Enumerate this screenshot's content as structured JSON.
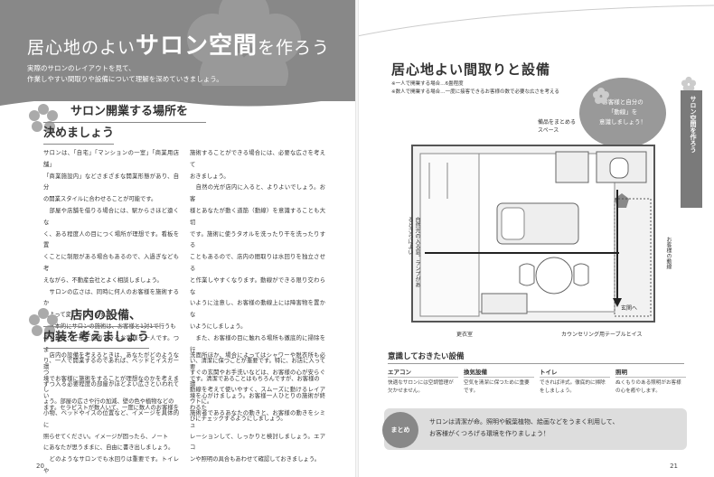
{
  "left": {
    "title_small1": "居心地のよい",
    "title_big": "サロン空間",
    "title_small2": "を作ろう",
    "subtitle_1": "実際のサロンのレイアウトを見て、",
    "subtitle_2": "作業しやすい間取りや設備について理解を深めていきましょう。",
    "section1_l1": "サロン開業する場所を",
    "section1_l2": "決めましょう",
    "col1": [
      "サロンは、「自宅」「マンションの一室」「商業用店舗」",
      "「商業施設内」などさまざまな開業形態があり、自分",
      "の開業スタイルに合わせることが可能です。",
      "　部屋や店舗を借りる場合には、駅からさほど遠くな",
      "く、ある程度人の目につく場所が理想です。看板を置",
      "くことに制限がある場合もあるので、入過ぎなども考",
      "えながら、不動産会社とよく相談しましょう。",
      "　サロンの広さは、同時に何人のお客様を施術するか",
      "によって変わってきます。",
      "　基本的にサロンの施術は、お客様と1対1で行うも",
      "のなので、一度に施術できるお客様を一人です。つま",
      "り、一人で開業するのであれば、ベッドとイスガーつ",
      "ずつ入る必要程度の部屋がほどよい広さといわれてい",
      "ます。セラピストが数人いて、一度に数人のお客様を"
    ],
    "col2": [
      "施術することができる場合には、必要な広さを考えて",
      "おきましょう。",
      "　自然の光が店内に入ると、よりよいでしょう。お客",
      "様とあなたが動く道筋（動線）を意識することも大切",
      "です。施術に使うタオルを洗ったり干を洗ったりする",
      "こともあるので、店内の間取りは水回りを独立させる",
      "と作業しやすくなります。動線ができる限り交わらな",
      "いように注意し、お客様の動線上には障害物を置かな",
      "いようにしましょう。",
      "　また、お客様の目に触れる場所も徹底的に掃除を行",
      "い、清潔に保つことが重要です。特に、お店に入って",
      "すぐの玄関やお手洗いなどは、お客様の心が安らぐ環",
      "境を心がけましょう。お客様一人ひとりの施術が終わるた",
      "びにチェックするようにしましょう。"
    ],
    "section2_l1": "店内の設備、",
    "section2_l2": "内装を考えましょう",
    "col3": [
      "　店内の設備を考えるときは、あなたがどのような環",
      "境でお客様に施術をすることが理想なのかを考えまし",
      "ょう。部屋の広さや行の加減、壁の色や植物などの",
      "小物、ベッドやイスの位置など、イメージを具体的に",
      "照らせてください。イメージが固ったら、ノート",
      "にあなたが思うままに、自由に書き出しましょう。",
      "　どのようなサロンでも水回りは重要です。トイレや"
    ],
    "col4": [
      "洗面所ほか、場合によってはシャワーや脱衣所も必要",
      "です。清潔であることはもちろんですが、お客様の",
      "動線を考えて使いやすく、スムーズに動けるレイアウトに。",
      "施術者であるあなたの動きと、お客様の動きをシミュ",
      "レーションして、しっかりと検討しましょう。エアコ",
      "ンや照明の具合もあわせて確認しておきましょう。"
    ],
    "page_number": "20"
  },
  "right": {
    "title": "居心地よい間取りと設備",
    "note1": "※一人で開業する場合…6畳程度",
    "note2": "※数人で開業する場合…一度に接客できるお客様の数で必要な広さを考える",
    "bubble": [
      "お客様と自分の",
      "「動線」を",
      "意識しましょう！"
    ],
    "tab": "サロン空間を作ろう",
    "label_storage_1": "備品をまとめる",
    "label_storage_2": "スペース",
    "label_window": "自然光の入る窓。ランプがあるとさらによい",
    "label_flow": "お客様の動線",
    "label_entrance": "玄関へ",
    "label_changing": "更衣室",
    "label_table": "カウンセリング用テーブルとイス",
    "equip_heading": "意識しておきたい設備",
    "equip": [
      {
        "name": "エアコン",
        "desc": "快適なサロンには空調管理が欠かせません。"
      },
      {
        "name": "換気設備",
        "desc": "空気を清潔に保つために重要です。"
      },
      {
        "name": "トイレ",
        "desc": "できれば洋式。徹底的に掃除をしましょう。"
      },
      {
        "name": "照明",
        "desc": "ぬくもりのある照明がお客様の心を癒やします。"
      }
    ],
    "matome_badge": "まとめ",
    "matome_1": "サロンは清潔が命。照明や観葉植物、絵画などをうまく利用して、",
    "matome_2": "お客様がくつろげる環境を作りましょう！",
    "page_number": "21"
  }
}
